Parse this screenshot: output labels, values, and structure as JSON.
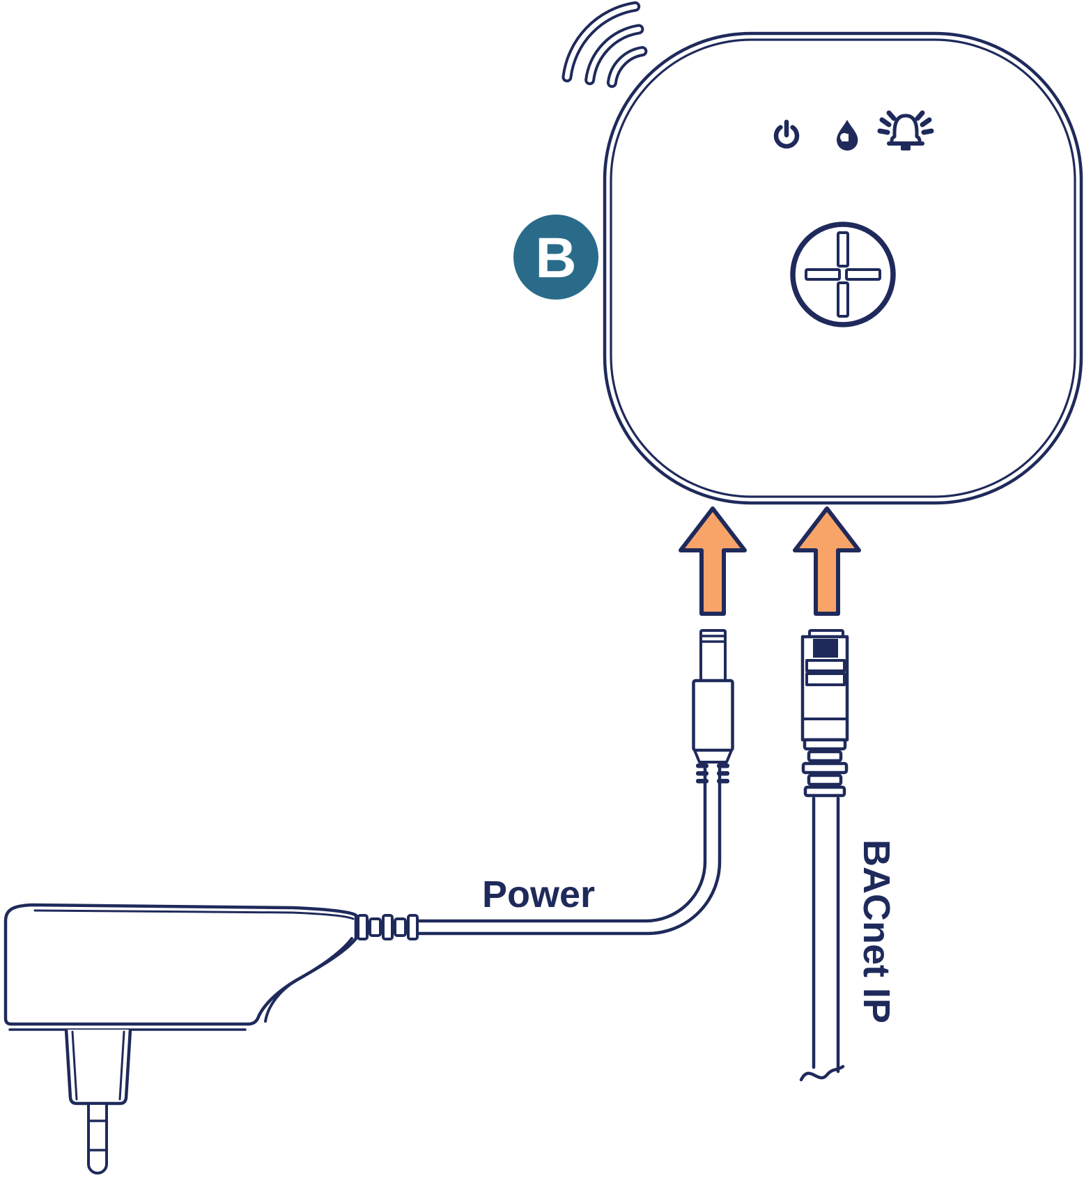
{
  "colors": {
    "navy": "#1f2a5b",
    "teal": "#2a6b8a",
    "orange": "#f8a469",
    "background": "#ffffff"
  },
  "step_badge": {
    "label": "B"
  },
  "cable_labels": {
    "power": "Power",
    "bacnet": "BACnet IP"
  },
  "icons": {
    "wifi": "wifi-signal-icon",
    "power_led": "power-led-icon",
    "leak_led": "water-drop-led-icon",
    "alarm_led": "alarm-bell-led-icon",
    "pair_button": "pair-button-cross-icon"
  }
}
